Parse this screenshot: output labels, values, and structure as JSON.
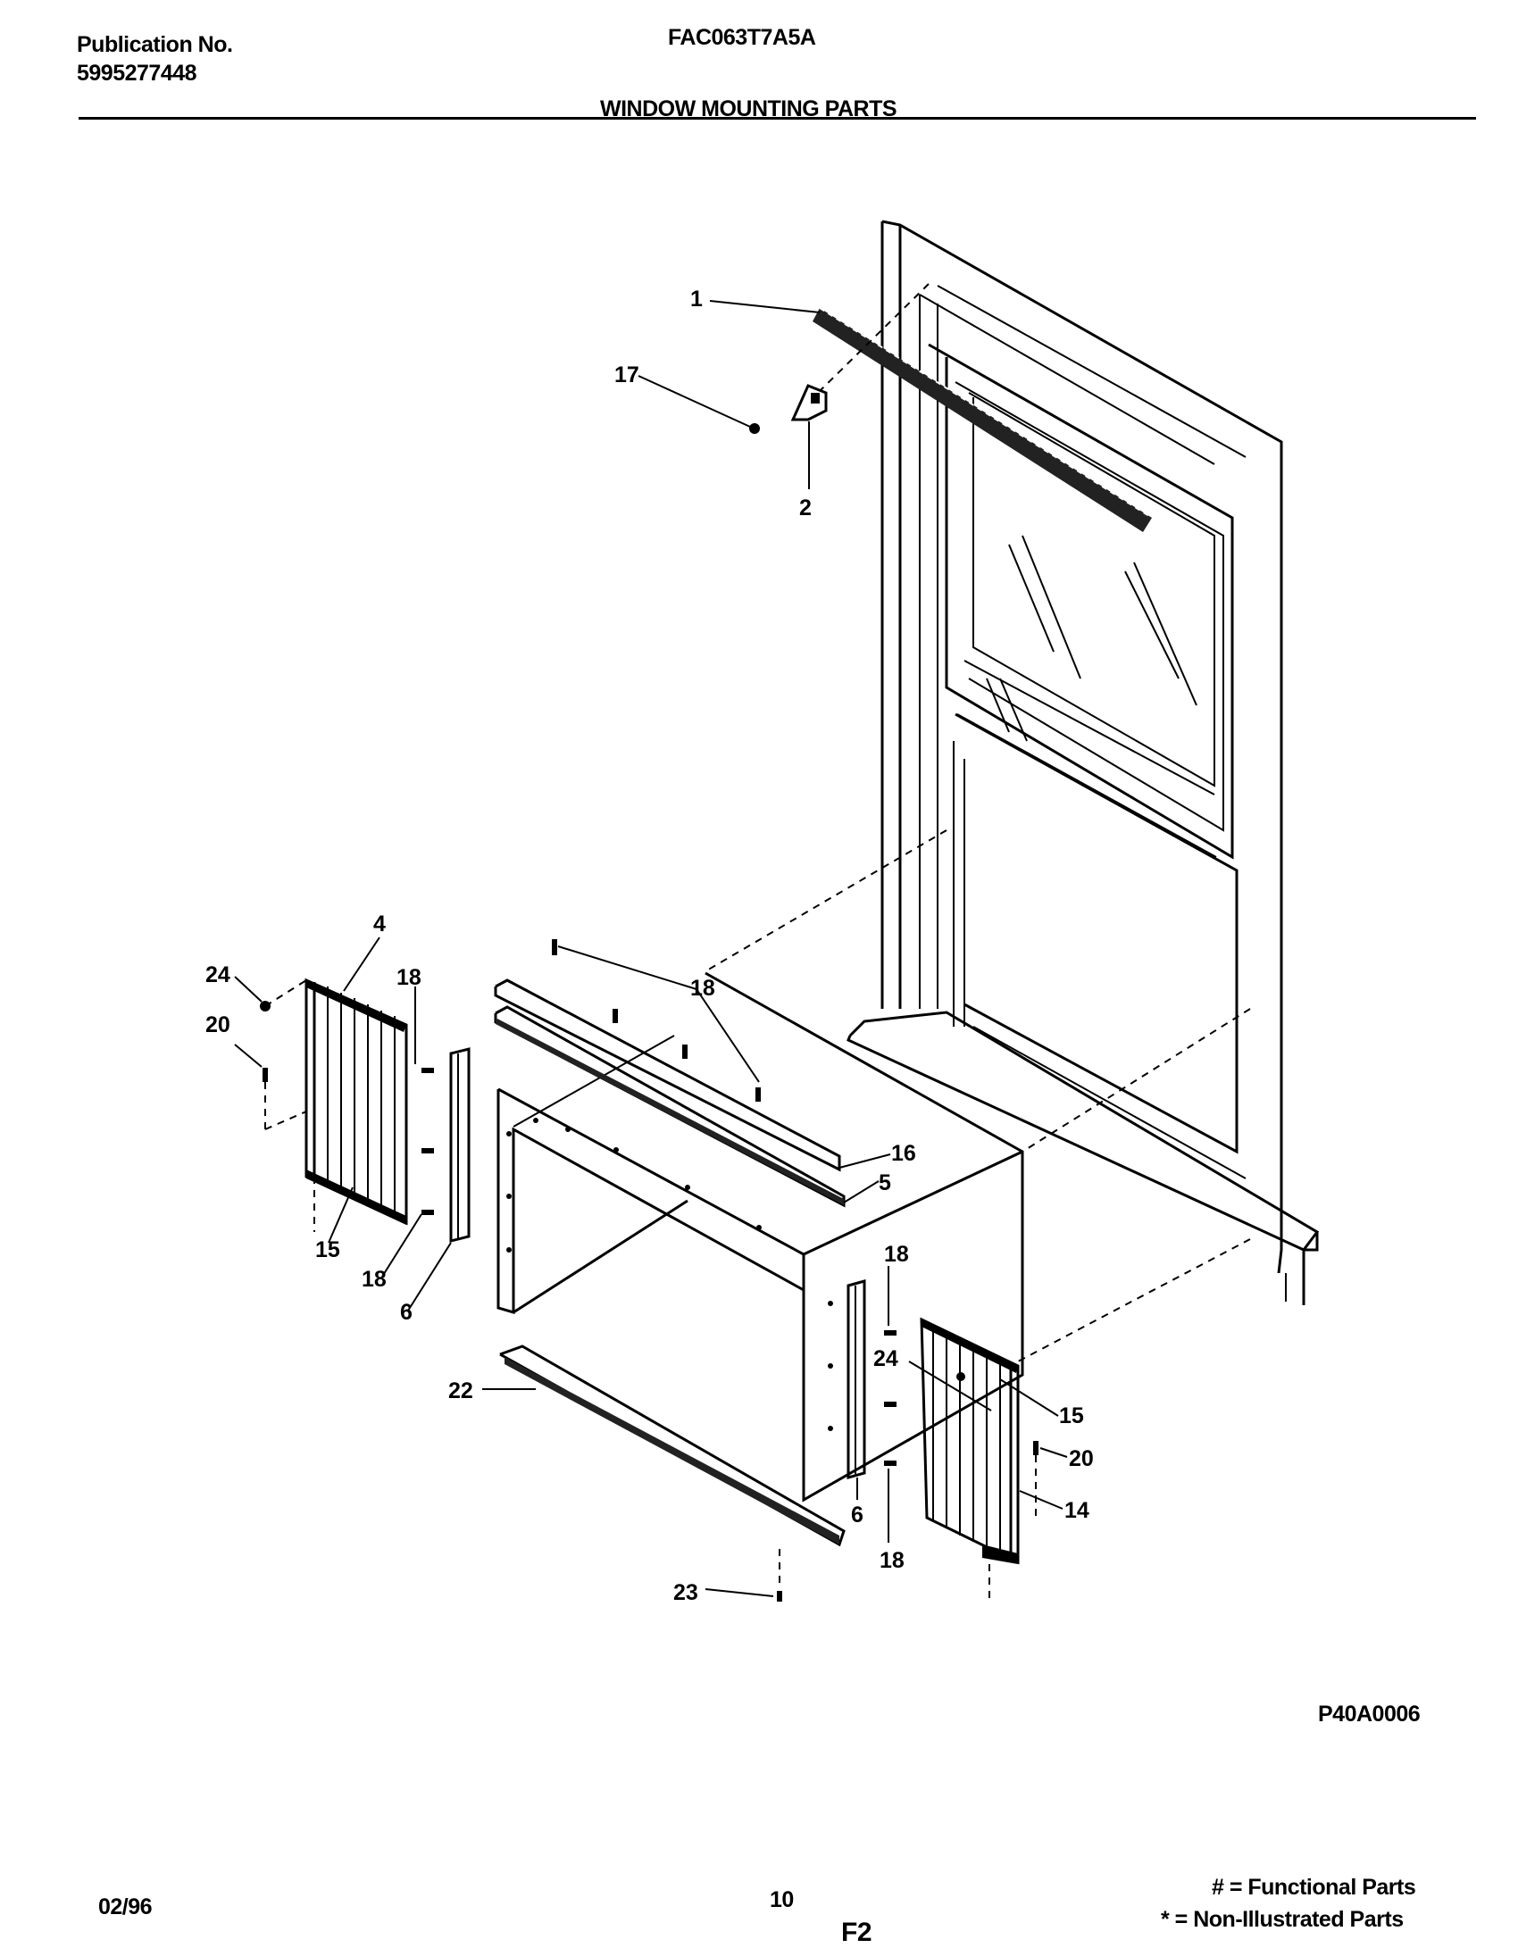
{
  "header": {
    "publication_label": "Publication No.",
    "publication_number": "5995277448",
    "model": "FAC063T7A5A",
    "section_title": "WINDOW MOUNTING PARTS"
  },
  "diagram": {
    "code": "P40A0006",
    "callouts": {
      "c1": "1",
      "c2": "2",
      "c4": "4",
      "c5": "5",
      "c6a": "6",
      "c6b": "6",
      "c14": "14",
      "c15a": "15",
      "c15b": "15",
      "c16": "16",
      "c17": "17",
      "c18a": "18",
      "c18b": "18",
      "c18c": "18",
      "c18d": "18",
      "c18e": "18",
      "c20a": "20",
      "c20b": "20",
      "c22": "22",
      "c23": "23",
      "c24a": "24",
      "c24b": "24"
    }
  },
  "footer": {
    "date": "02/96",
    "page": "10",
    "figure": "F2",
    "legend_functional": "# = Functional Parts",
    "legend_non_illustrated": "* = Non-Illustrated Parts"
  }
}
